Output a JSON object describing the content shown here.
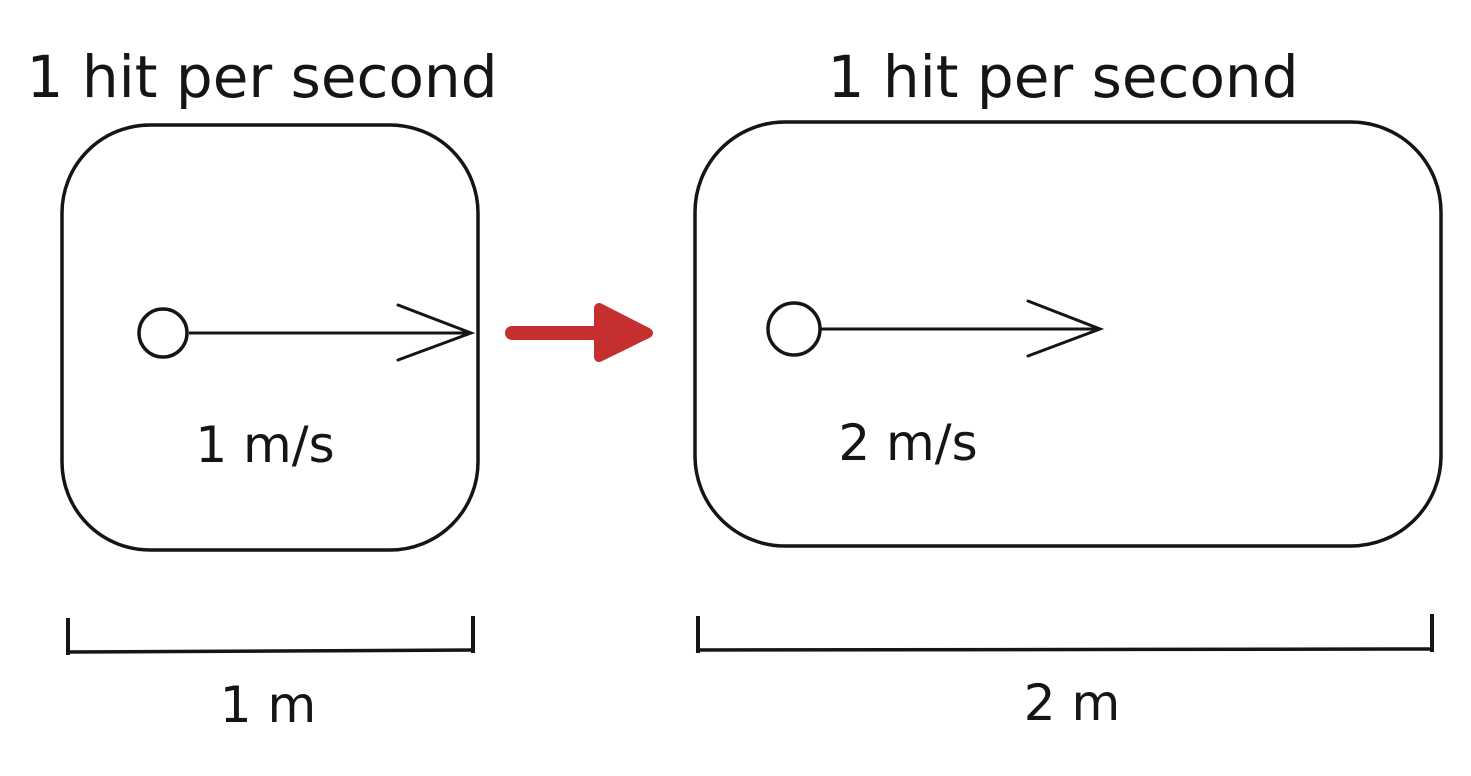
{
  "diagram": {
    "description": "Hand-drawn physics diagram comparing a ball crossing a 1 m box at 1 m/s versus a 2 m box at 2 m/s, both producing 1 hit per second",
    "colors": {
      "ink": "#151515",
      "arrow": "#c62f2f",
      "background": "#ffffff"
    },
    "left": {
      "title": "1 hit per second",
      "speed": "1 m/s",
      "width": "1 m"
    },
    "right": {
      "title": "1 hit per second",
      "speed": "2 m/s",
      "width": "2 m"
    }
  }
}
